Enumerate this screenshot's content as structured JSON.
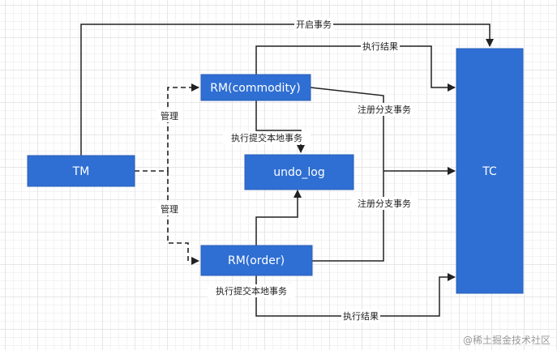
{
  "nodes": {
    "tm": "TM",
    "tc": "TC",
    "rm_commodity": "RM(commodity)",
    "rm_order": "RM(order)",
    "undo_log": "undo_log"
  },
  "edge_labels": {
    "begin_tx": "开启事务",
    "exec_result_top": "执行结果",
    "register_branch_top": "注册分支事务",
    "register_branch_bottom": "注册分支事务",
    "exec_result_bottom": "执行结果",
    "manage_top": "管理",
    "manage_bottom": "管理",
    "commit_local_top": "执行提交本地事务",
    "commit_local_bottom": "执行提交本地事务"
  },
  "watermark": "@稀土掘金技术社区",
  "colors": {
    "node_fill": "#2f6fd3",
    "edge": "#222222"
  }
}
